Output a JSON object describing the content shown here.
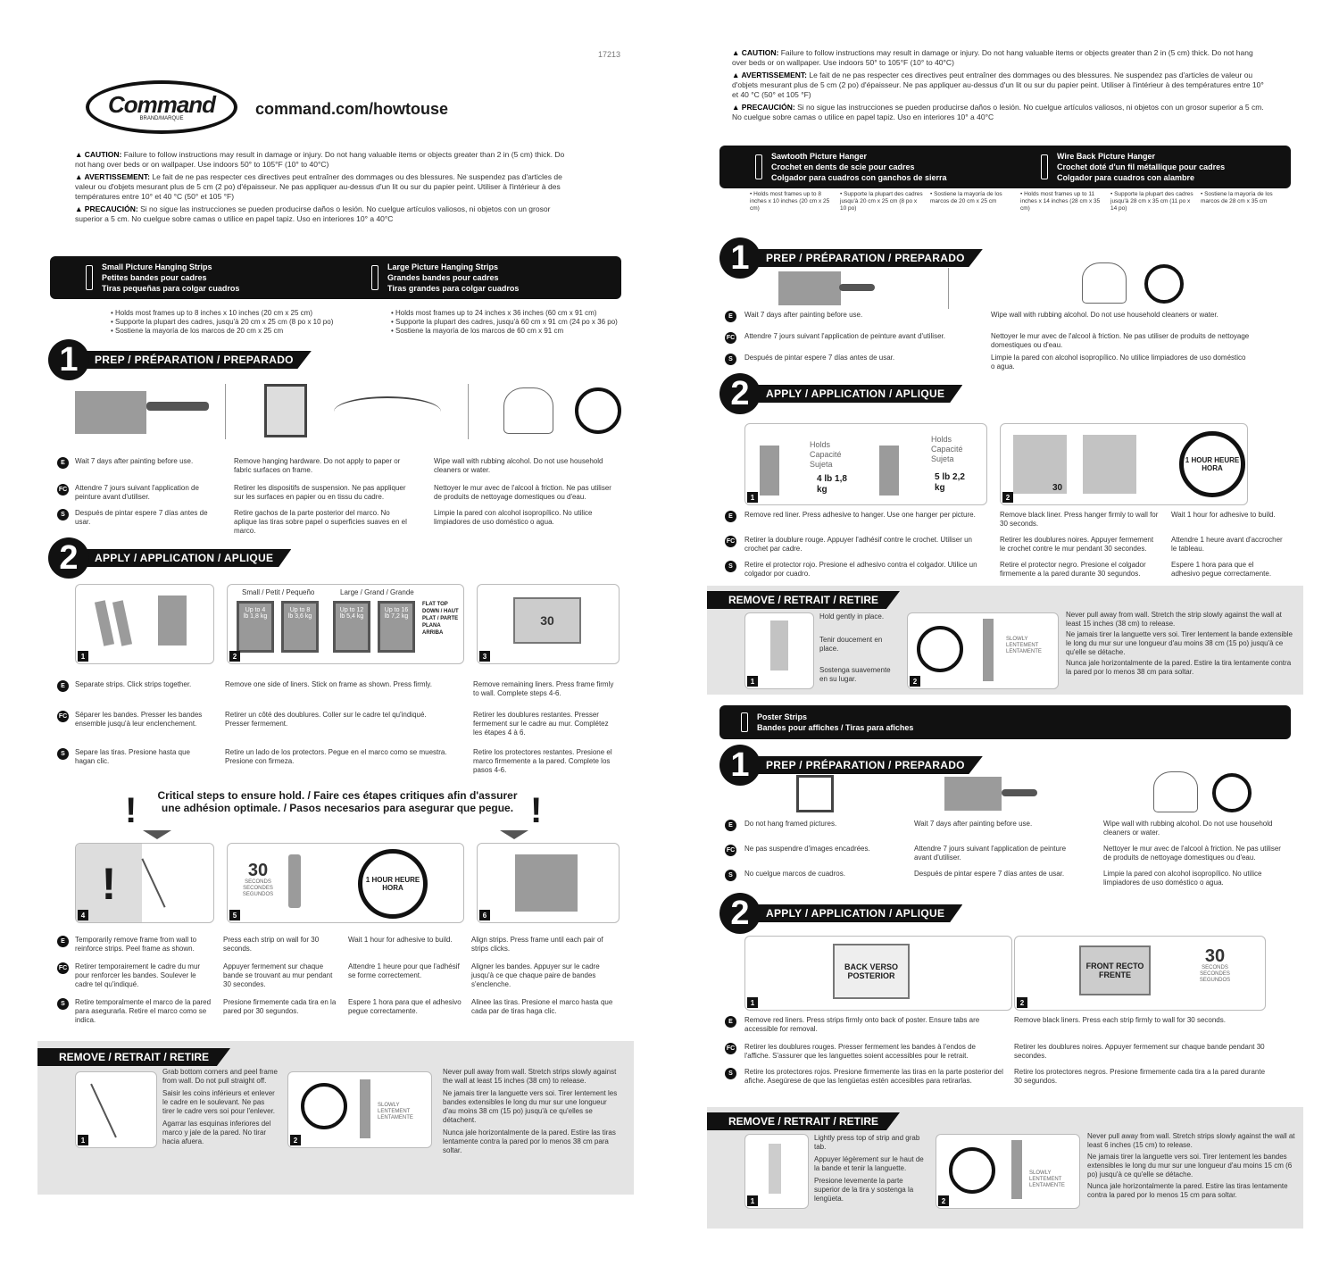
{
  "doc_code": "17213",
  "brand": {
    "logo": "Command",
    "logo_sub": "BRAND/MARQUE",
    "url": "command.com/howtouse"
  },
  "caution": {
    "en_label": "▲ CAUTION:",
    "en": "Failure to follow instructions may result in damage or injury. Do not hang valuable items or objects greater than 2 in (5 cm) thick. Do not hang over beds or on wallpaper. Use indoors 50° to 105°F (10° to 40°C)",
    "fr_label": "▲ AVERTISSEMENT:",
    "fr": "Le fait de ne pas respecter ces directives peut entraîner des dommages ou des blessures. Ne suspendez pas d'articles de valeur ou d'objets mesurant plus de 5 cm (2 po) d'épaisseur. Ne pas appliquer au-dessus d'un lit ou sur du papier peint. Utiliser à l'intérieur à des températures entre 10° et 40 °C (50° et 105 °F)",
    "es_label": "▲ PRECAUCIÓN:",
    "es": "Si no sigue las instrucciones se pueden producirse daños o lesión. No cuelgue artículos valiosos, ni objetos con un grosor superior a 5 cm. No cuelgue sobre camas o utilice en papel tapiz. Uso en interiores 10° a 40°C"
  },
  "left": {
    "bar_a": [
      "Small Picture Hanging Strips",
      "Petites bandes pour cadres",
      "Tiras pequeñas para colgar cuadros"
    ],
    "bar_b": [
      "Large Picture Hanging Strips",
      "Grandes bandes pour cadres",
      "Tiras grandes para colgar cuadros"
    ],
    "holds_a": [
      "• Holds most frames up to 8 inches x 10 inches (20 cm x 25 cm)",
      "• Supporte la plupart des cadres, jusqu'à 20 cm x 25 cm (8 po x 10 po)",
      "• Sostiene la mayoría de los marcos de 20 cm x 25 cm"
    ],
    "holds_b": [
      "• Holds most frames up to 24 inches x 36 inches (60 cm x 91 cm)",
      "• Supporte la plupart des cadres, jusqu'à 60 cm x 91 cm (24 po x 36 po)",
      "• Sostiene la mayoría de los marcos de 60 cm x 91 cm"
    ],
    "step1_label": "PREP / PRÉPARATION / PREPARADO",
    "step1_cols": [
      [
        "Wait 7 days after painting before use.",
        "Attendre 7 jours suivant l'application de peinture avant d'utiliser.",
        "Después de pintar espere 7 días antes de usar."
      ],
      [
        "Remove hanging hardware. Do not apply to paper or fabric surfaces on frame.",
        "Retirer les dispositifs de suspension. Ne pas appliquer sur les surfaces en papier ou en tissu du cadre.",
        "Retire gachos de la parte posterior del marco. No aplique las tiras sobre papel o superficies suaves en el marco."
      ],
      [
        "Wipe wall with rubbing alcohol. Do not use household cleaners or water.",
        "Nettoyer le mur avec de l'alcool à friction. Ne pas utiliser de produits de nettoyage domestiques ou d'eau.",
        "Limpie la pared con alcohol isopropílico. No utilice limpiadores de uso doméstico o agua."
      ]
    ],
    "step2_label": "APPLY / APPLICATION / APLIQUE",
    "sizes_header": [
      "Small / Petit / Pequeño",
      "Large / Grand / Grande"
    ],
    "size_cards": [
      "Up to 4 lb 1,8 kg",
      "Up to 8 lb 3,6 kg",
      "Up to 12 lb 5,4 kg",
      "Up to 16 lb 7,2 kg"
    ],
    "flat_top": "FLAT TOP DOWN / HAUT PLAT / PARTE PLANA ARRIBA",
    "step2_cols": [
      [
        "Separate strips. Click strips together.",
        "Séparer les bandes. Presser les bandes ensemble jusqu'à leur enclenchement.",
        "Separe las tiras. Presione hasta que hagan clic."
      ],
      [
        "Remove one side of liners. Stick on frame as shown. Press firmly.",
        "Retirer un côté des doublures. Coller sur le cadre tel qu'indiqué. Presser fermement.",
        "Retire un lado de los protectors. Pegue en el marco como se muestra. Presione con firmeza."
      ],
      [
        "Remove remaining liners. Press frame firmly to wall. Complete steps 4-6.",
        "Retirer les doublures restantes. Presser fermement sur le cadre au mur. Complétez les étapes 4 à 6.",
        "Retire los protectores restantes. Presione el marco firmemente a la pared. Complete los pasos 4-6."
      ]
    ],
    "critical": "Critical steps to ensure hold. / Faire ces étapes critiques afin d'assurer une adhésion optimale. / Pasos necesarios para asegurar que pegue.",
    "seconds": "30",
    "seconds_sub": "SECONDS SECONDES SEGUNDOS",
    "hour": "1 HOUR HEURE HORA",
    "step4_cols": [
      [
        "Temporarily remove frame from wall to reinforce strips. Peel frame as shown.",
        "Retirer temporairement le cadre du mur pour renforcer les bandes. Soulever le cadre tel qu'indiqué.",
        "Retire temporalmente el marco de la pared para asegurarla. Retire el marco como se indica."
      ],
      [
        "Press each strip on wall for 30 seconds.",
        "Appuyer fermement sur chaque bande se trouvant au mur pendant 30 secondes.",
        "Presione firmemente cada tira en la pared por 30 segundos."
      ],
      [
        "Wait 1 hour for adhesive to build.",
        "Attendre 1 heure pour que l'adhésif se forme correctement.",
        "Espere 1 hora para que el adhesivo pegue correctamente."
      ],
      [
        "Align strips. Press frame until each pair of strips clicks.",
        "Aligner les bandes. Appuyer sur le cadre jusqu'à ce que chaque paire de bandes s'enclenche.",
        "Alinee las tiras. Presione el marco hasta que cada par de tiras haga clic."
      ]
    ],
    "remove_label": "REMOVE / RETRAIT / RETIRE",
    "remove_a": [
      "Grab bottom corners and peel frame from wall. Do not pull straight off.",
      "Saisir les coins inférieurs et enlever le cadre en le soulevant. Ne pas tirer le cadre vers soi pour l'enlever.",
      "Agarrar las esquinas inferiores del marco y jale de la pared. No tirar hacia afuera."
    ],
    "remove_b": [
      "Never pull away from wall. Stretch strips slowly against the wall at least 15 inches (38 cm) to release.",
      "Ne jamais tirer la languette vers soi. Tirer lentement les bandes extensibles le long du mur sur une longueur d'au moins 38 cm (15 po) jusqu'à ce qu'elles se détachent.",
      "Nunca jale horizontalmente de la pared. Estire las tiras lentamente contra la pared por lo menos 38 cm para soltar."
    ],
    "slowly": "SLOWLY LENTEMENT LENTAMENTE"
  },
  "right": {
    "bar_a": [
      "Sawtooth Picture Hanger",
      "Crochet en dents de scie pour cadres",
      "Colgador para cuadros con ganchos de sierra"
    ],
    "bar_b": [
      "Wire Back Picture Hanger",
      "Crochet doté d'un fil métallique pour cadres",
      "Colgador para cuadros con alambre"
    ],
    "holds": [
      "• Holds most frames up to 8 inches x 10 inches (20 cm x 25 cm)",
      "• Supporte la plupart des cadres jusqu'à 20 cm x 25 cm (8 po x 10 po)",
      "• Sostiene la mayoría de los marcos de 20 cm x 25 cm",
      "• Holds most frames up to 11 inches x 14 inches (28 cm x 35 cm)",
      "• Supporte la plupart des cadres jusqu'à 28 cm x 35 cm (11 po x 14 po)",
      "• Sostiene la mayoría de los marcos de 28 cm x 35 cm"
    ],
    "step1_label": "PREP / PRÉPARATION / PREPARADO",
    "prep": [
      "Wait 7 days after painting before use.",
      "Attendre 7 jours suivant l'application de peinture avant d'utiliser.",
      "Después de pintar espere 7 días antes de usar."
    ],
    "wipe": [
      "Wipe wall with rubbing alcohol. Do not use household cleaners or water.",
      "Nettoyer le mur avec de l'alcool à friction. Ne pas utiliser de produits de nettoyage domestiques ou d'eau.",
      "Limpie la pared con alcohol isopropílico. No utilice limpiadores de uso doméstico o agua."
    ],
    "step2_label": "APPLY / APPLICATION / APLIQUE",
    "holds_label": "Holds Capacité Sujeta",
    "weight_a": "4 lb 1,8 kg",
    "weight_b": "5 lb 2,2 kg",
    "seconds": "30",
    "seconds_sub": "SECONDS SECONDES SEGUNDOS",
    "hour": "1 HOUR HEURE HORA",
    "apply_a": [
      "Remove red liner. Press adhesive to hanger. Use one hanger per picture.",
      "Retirer la doublure rouge. Appuyer l'adhésif contre le crochet. Utiliser un crochet par cadre.",
      "Retire el protector rojo. Presione el adhesivo contra el colgador. Utilice un colgador por cuadro."
    ],
    "apply_b": [
      "Remove black liner. Press hanger firmly to wall for 30 seconds.",
      "Retirer les doublures noires. Appuyer fermement le crochet contre le mur pendant 30 secondes.",
      "Retire el protector negro. Presione el colgador firmemente a la pared durante 30 segundos."
    ],
    "apply_c": [
      "Wait 1 hour for adhesive to build.",
      "Attendre 1 heure avant d'accrocher le tableau.",
      "Espere 1 hora para que el adhesivo pegue correctamente."
    ],
    "remove_label": "REMOVE / RETRAIT / RETIRE",
    "remove_a": [
      "Hold gently in place.",
      "Tenir doucement en place.",
      "Sostenga suavemente en su lugar."
    ],
    "remove_b": [
      "Never pull away from wall. Stretch the strip slowly against the wall at least 15 inches (38 cm) to release.",
      "Ne jamais tirer la languette vers soi. Tirer lentement la bande extensible le long du mur sur une longueur d'au moins 38 cm (15 po) jusqu'à ce qu'elle se détache.",
      "Nunca jale horizontalmente de la pared. Estire la tira lentamente contra la pared por lo menos 38 cm para soltar."
    ],
    "slowly": "SLOWLY LENTEMENT LENTAMENTE",
    "poster_bar": [
      "Poster Strips",
      "Bandes pour affiches / Tiras para afiches"
    ],
    "p_step1_label": "PREP / PRÉPARATION / PREPARADO",
    "p_prep": [
      [
        "Do not hang framed pictures.",
        "Ne pas suspendre d'images encadrées.",
        "No cuelgue marcos de cuadros."
      ],
      [
        "Wait 7 days after painting before use.",
        "Attendre 7 jours suivant l'application de peinture avant d'utiliser.",
        "Después de pintar espere 7 días antes de usar."
      ],
      [
        "Wipe wall with rubbing alcohol. Do not use household cleaners or water.",
        "Nettoyer le mur avec de l'alcool à friction. Ne pas utiliser de produits de nettoyage domestiques ou d'eau.",
        "Limpie la pared con alcohol isopropílico. No utilice limpiadores de uso doméstico o agua."
      ]
    ],
    "p_step2_label": "APPLY / APPLICATION / APLIQUE",
    "back": "BACK VERSO POSTERIOR",
    "front": "FRONT RECTO FRENTE",
    "p_seconds": "30",
    "p_seconds_sub": "SECONDS SECONDES SEGUNDOS",
    "p_apply_a": [
      "Remove red liners. Press strips firmly onto back of poster. Ensure tabs are accessible for removal.",
      "Retirer les doublures rouges. Presser fermement les bandes à l'endos de l'affiche. S'assurer que les languettes soient accessibles pour le retrait.",
      "Retire los protectores rojos. Presione firmemente las tiras en la parte posterior del afiche. Asegúrese de que las lengüetas estén accesibles para retirarlas."
    ],
    "p_apply_b": [
      "Remove black liners. Press each strip firmly to wall for 30 seconds.",
      "Retirer les doublures noires. Appuyer fermement sur chaque bande pendant 30 secondes.",
      "Retire los protectores negros. Presione firmemente cada tira a la pared durante 30 segundos."
    ],
    "p_remove_label": "REMOVE / RETRAIT / RETIRE",
    "p_remove_a": [
      "Lightly press top of strip and grab tab.",
      "Appuyer légèrement sur le haut de la bande et tenir la languette.",
      "Presione levemente la parte superior de la tira y sostenga la lengüeta."
    ],
    "p_remove_b": [
      "Never pull away from wall. Stretch strips slowly against the wall at least 6 inches (15 cm) to release.",
      "Ne jamais tirer la languette vers soi. Tirer lentement les bandes extensibles le long du mur sur une longueur d'au moins 15 cm (6 po) jusqu'à ce qu'elle se détache.",
      "Nunca jale horizontalmente la pared. Estire las tiras lentamente contra la pared por lo menos 15 cm para soltar."
    ]
  },
  "lang_badges": [
    "E",
    "FC",
    "S"
  ]
}
